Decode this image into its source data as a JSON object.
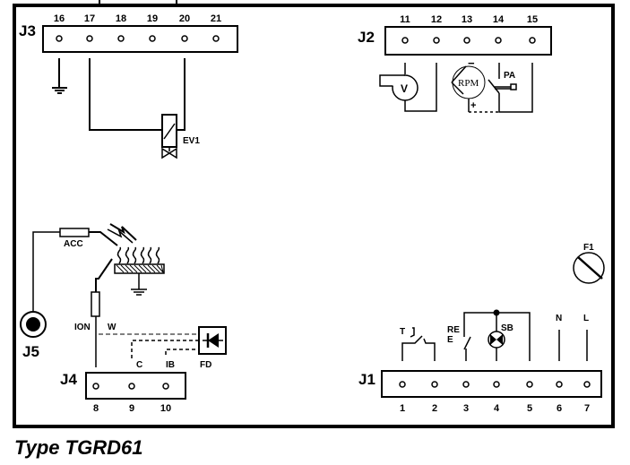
{
  "title": "Type TGRD61",
  "colors": {
    "line": "#000000",
    "background": "#ffffff"
  },
  "connectors": {
    "J3": {
      "label": "J3",
      "pins": [
        "16",
        "17",
        "18",
        "19",
        "20",
        "21"
      ]
    },
    "J2": {
      "label": "J2",
      "pins": [
        "11",
        "12",
        "13",
        "14",
        "15"
      ]
    },
    "J4": {
      "label": "J4",
      "pins": [
        "8",
        "9",
        "10"
      ]
    },
    "J1": {
      "label": "J1",
      "pins": [
        "1",
        "2",
        "3",
        "4",
        "5",
        "6",
        "7"
      ]
    },
    "J5": {
      "label": "J5"
    }
  },
  "components": {
    "ev1": "EV1",
    "fan": "V",
    "rpm": "RPM",
    "rpm_minus": "−",
    "rpm_plus": "+",
    "pa": "PA",
    "acc": "ACC",
    "ion": "ION",
    "w": "W",
    "c": "C",
    "ib": "IB",
    "fd": "FD",
    "f1": "F1",
    "t": "T",
    "re_top": "RE",
    "re_bottom": "E",
    "sb": "SB",
    "n": "N",
    "l": "L"
  }
}
